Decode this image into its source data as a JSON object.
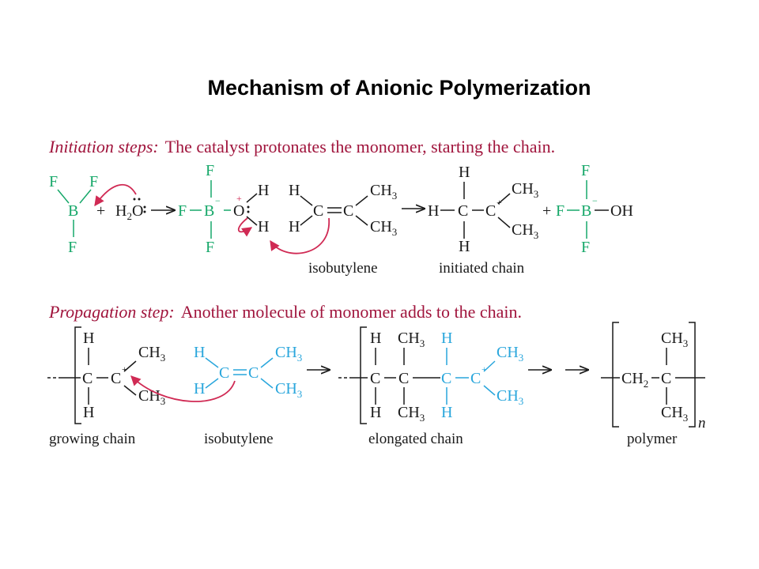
{
  "title": "Mechanism of Anionic Polymerization",
  "initiation": {
    "heading_label": "Initiation steps:",
    "heading_text": "The catalyst protonates the monomer, starting the chain.",
    "isobutylene_label": "isobutylene",
    "initiated_label": "initiated chain"
  },
  "propagation": {
    "heading_label": "Propagation step:",
    "heading_text": "Another molecule of monomer adds to the chain.",
    "growing_label": "growing chain",
    "isobutylene_label": "isobutylene",
    "elongated_label": "elongated chain",
    "polymer_label": "polymer",
    "repeat_subscript": "n"
  },
  "colors": {
    "catalyst": "#17a86a",
    "monomer": "#29a6dc",
    "heading": "#a0143c",
    "electron_arrow": "#d02a54"
  }
}
